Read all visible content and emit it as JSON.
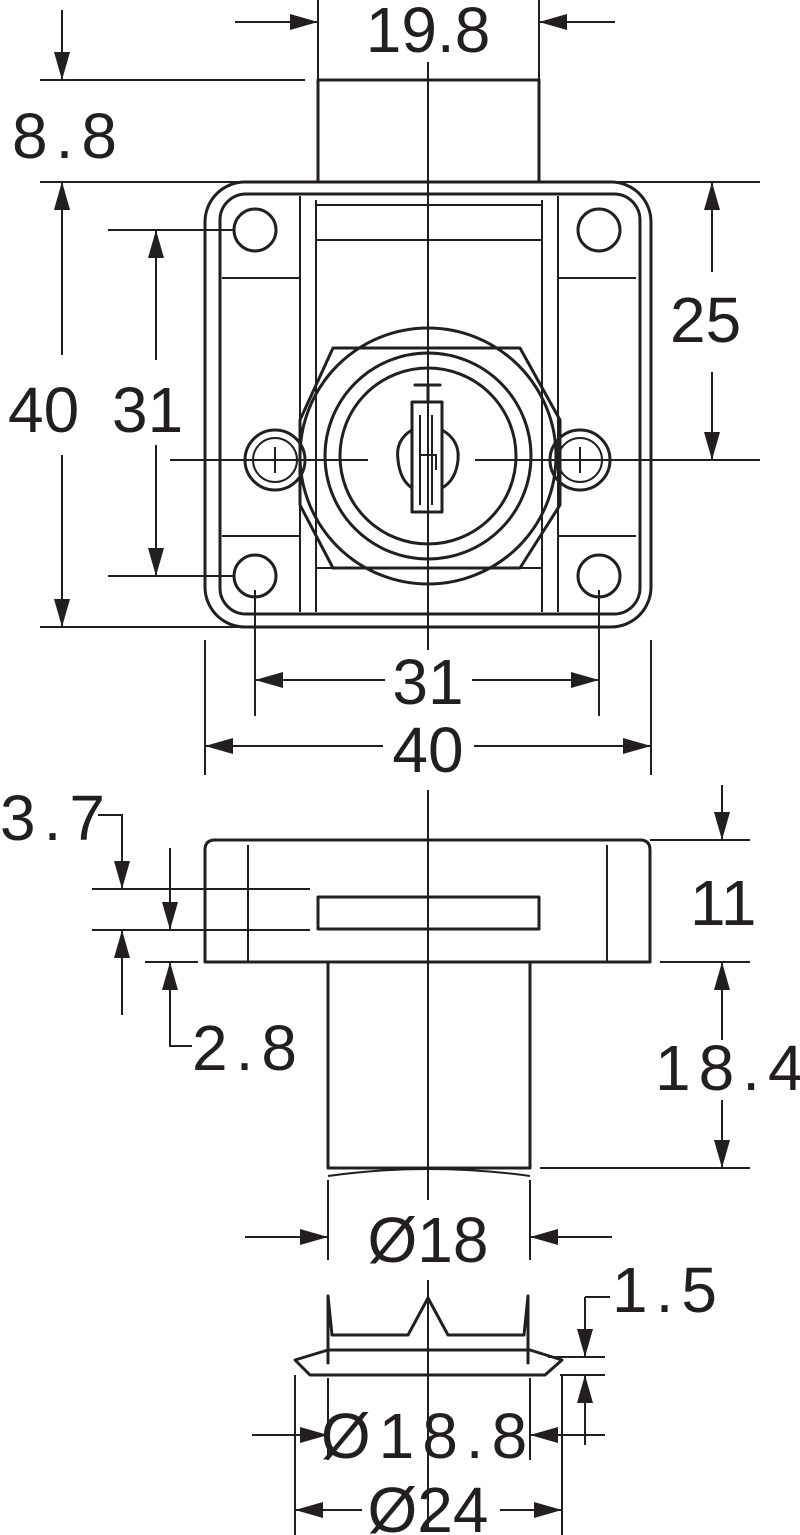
{
  "dimensions": {
    "top_width": "19.8",
    "top_height": "8.8",
    "overall_height": "40",
    "hole_spacing_vertical": "31",
    "center_offset": "25",
    "hole_spacing_horizontal": "31",
    "overall_width": "40",
    "slot_width": "3.7",
    "slot_offset": "2.8",
    "body_thickness": "11",
    "cylinder_length": "18.4",
    "cylinder_diameter": "Ø18",
    "flange_height": "1.5",
    "flange_inner_diameter": "Ø18.8",
    "flange_outer_diameter": "Ø24"
  }
}
